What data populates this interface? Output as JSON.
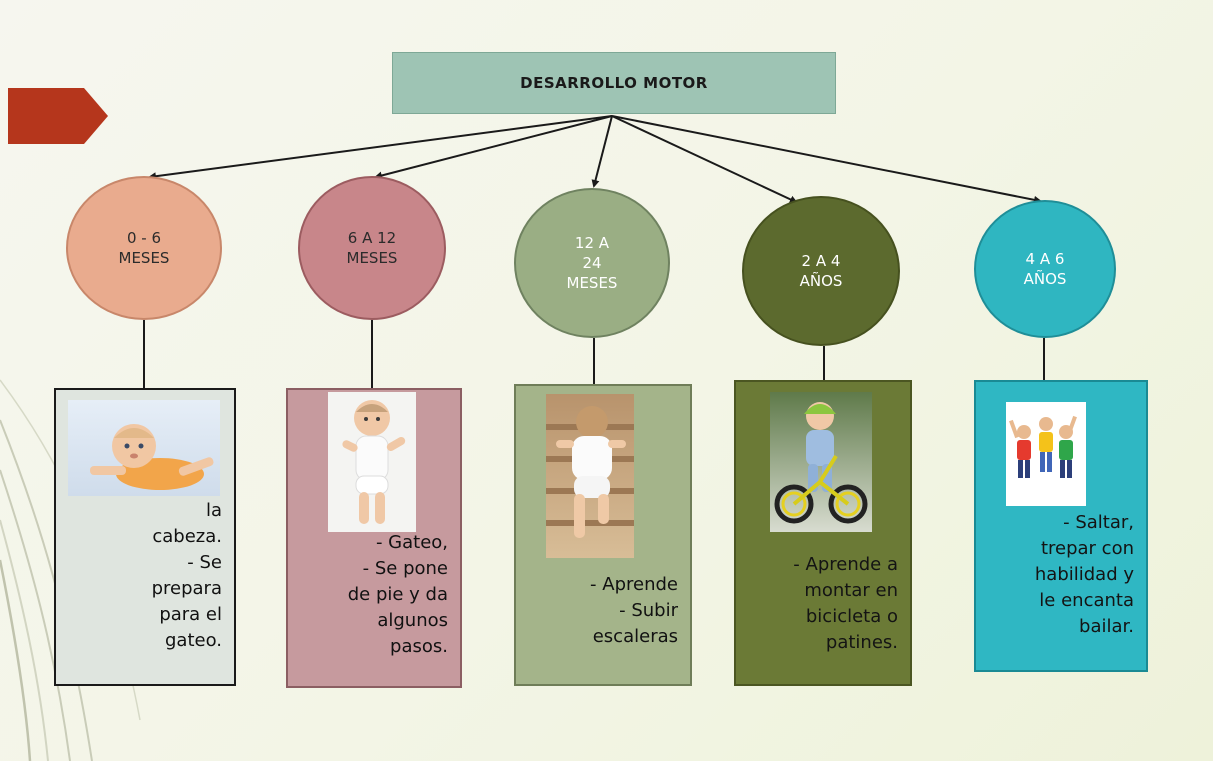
{
  "title": "DESARROLLO MOTOR",
  "stages": [
    {
      "label": "0 - 6\nMESES",
      "description": "la\ncabeza.\n-   Se\nprepara\npara el\ngateo."
    },
    {
      "label": "6 A 12\nMESES",
      "description": "- Gateo,\n- Se pone\nde pie y da\nalgunos\npasos."
    },
    {
      "label": "12 A\n24\nMESES",
      "description": "-     Aprende\n-    Subir\nescaleras"
    },
    {
      "label": "2 A 4\nAÑOS",
      "description": "- Aprende a\nmontar en\nbicicleta o\npatines."
    },
    {
      "label": "4 A 6\nAÑOS",
      "description": "- Saltar,\ntrepar con\nhabilidad y\nle encanta\nbailar."
    }
  ],
  "photos": [
    {
      "icon": "crawling-baby-photo"
    },
    {
      "icon": "standing-baby-photo"
    },
    {
      "icon": "toddler-climbing-stairs-photo"
    },
    {
      "icon": "child-on-bicycle-photo"
    },
    {
      "icon": "children-jumping-photo"
    }
  ],
  "colors": {
    "title_fill": "#9ec4b4",
    "stage_1": "#e9ab8e",
    "stage_2": "#c8868a",
    "stage_3": "#9aae84",
    "stage_4": "#5c6a2e",
    "stage_5": "#2fb6c1",
    "accent_tab": "#b5361c"
  }
}
